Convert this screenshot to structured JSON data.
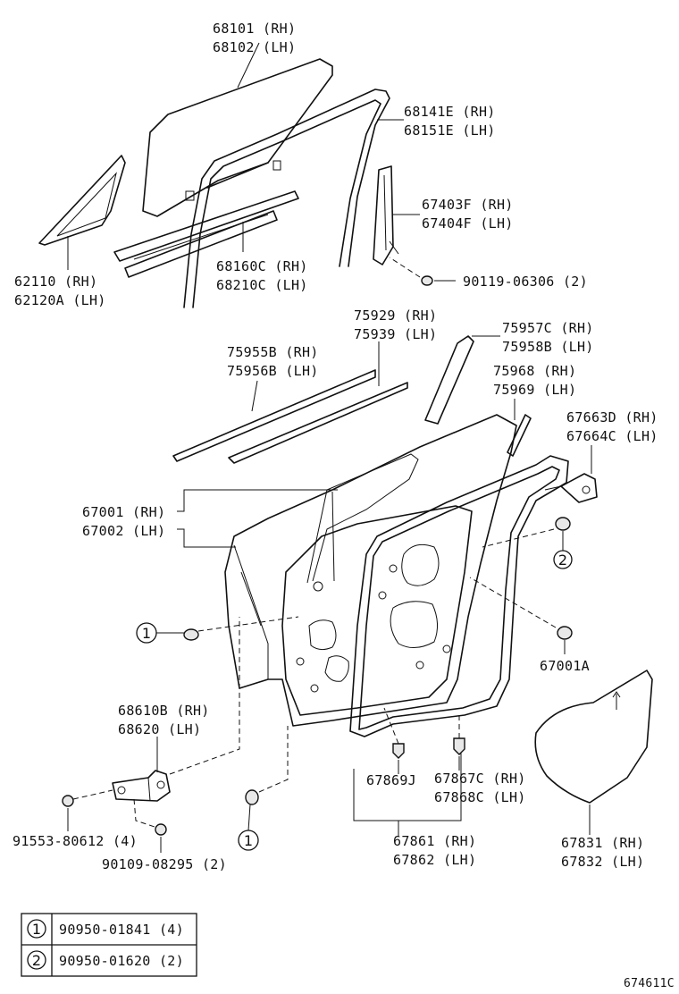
{
  "labels": {
    "glass": [
      "68101 (RH)",
      "68102 (LH)"
    ],
    "run_channel": [
      "68141E (RH)",
      "68151E (LH)"
    ],
    "sash": [
      "67403F (RH)",
      "67404F (LH)"
    ],
    "sash_screw": "90119-06306 (2)",
    "quarter_glass": [
      "62110 (RH)",
      "62120A (LH)"
    ],
    "belt_weatherstrip": [
      "68160C (RH)",
      "68210C (LH)"
    ],
    "frame_moulding": [
      "75929 (RH)",
      "75939 (LH)"
    ],
    "moulding_upper": [
      "75955B (RH)",
      "75956B (LH)"
    ],
    "garnish_pillar": [
      "75957C (RH)",
      "75958B (LH)"
    ],
    "pillar_tape": [
      "75968 (RH)",
      "75969 (LH)"
    ],
    "check_assy": [
      "67663D (RH)",
      "67664C (LH)"
    ],
    "door_panel": [
      "67001 (RH)",
      "67002 (LH)"
    ],
    "door_plug": "67001A",
    "hinge": [
      "68610B (RH)",
      "68620 (LH)"
    ],
    "hinge_bolt": "91553-80612 (4)",
    "hinge_bolt2": "90109-08295 (2)",
    "weatherstrip_clip_a": "67869J",
    "weatherstrip_clip_b": [
      "67867C (RH)",
      "67868C (LH)"
    ],
    "weatherstrip": [
      "67861 (RH)",
      "67862 (LH)"
    ],
    "service_hole_cover": [
      "67831 (RH)",
      "67832 (LH)"
    ],
    "drawing_number": "674611C"
  },
  "callouts": {
    "one": "1",
    "two": "2"
  },
  "legend": [
    {
      "key": "1",
      "part": "90950-01841 (4)"
    },
    {
      "key": "2",
      "part": "90950-01620 (2)"
    }
  ]
}
